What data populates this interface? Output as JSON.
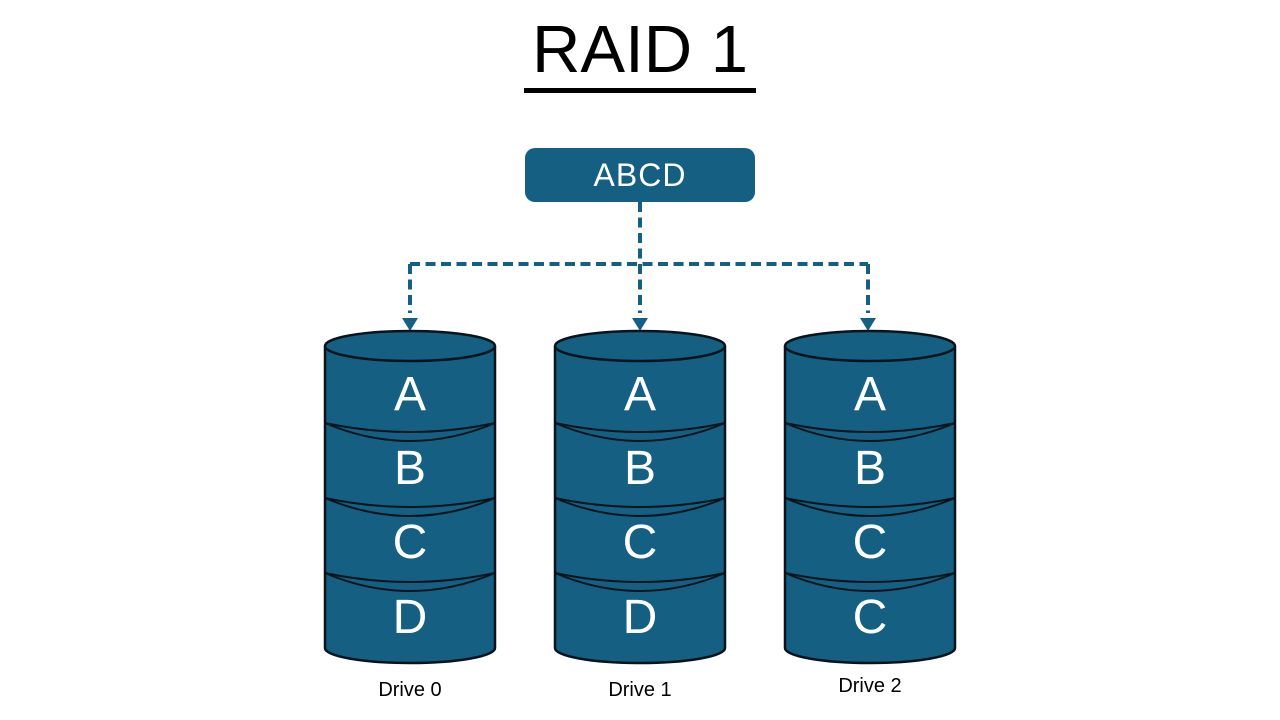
{
  "title": "RAID 1",
  "data_block": {
    "label": "ABCD"
  },
  "drives": [
    {
      "label": "Drive 0",
      "blocks": [
        "A",
        "B",
        "C",
        "D"
      ]
    },
    {
      "label": "Drive 1",
      "blocks": [
        "A",
        "B",
        "C",
        "D"
      ]
    },
    {
      "label": "Drive 2",
      "blocks": [
        "A",
        "B",
        "C",
        "C"
      ]
    }
  ],
  "colors": {
    "accent": "#156082",
    "outline": "#08141c",
    "block_text": "#ffffff",
    "title_text": "#000000",
    "label_text": "#000000",
    "background": "#ffffff"
  }
}
